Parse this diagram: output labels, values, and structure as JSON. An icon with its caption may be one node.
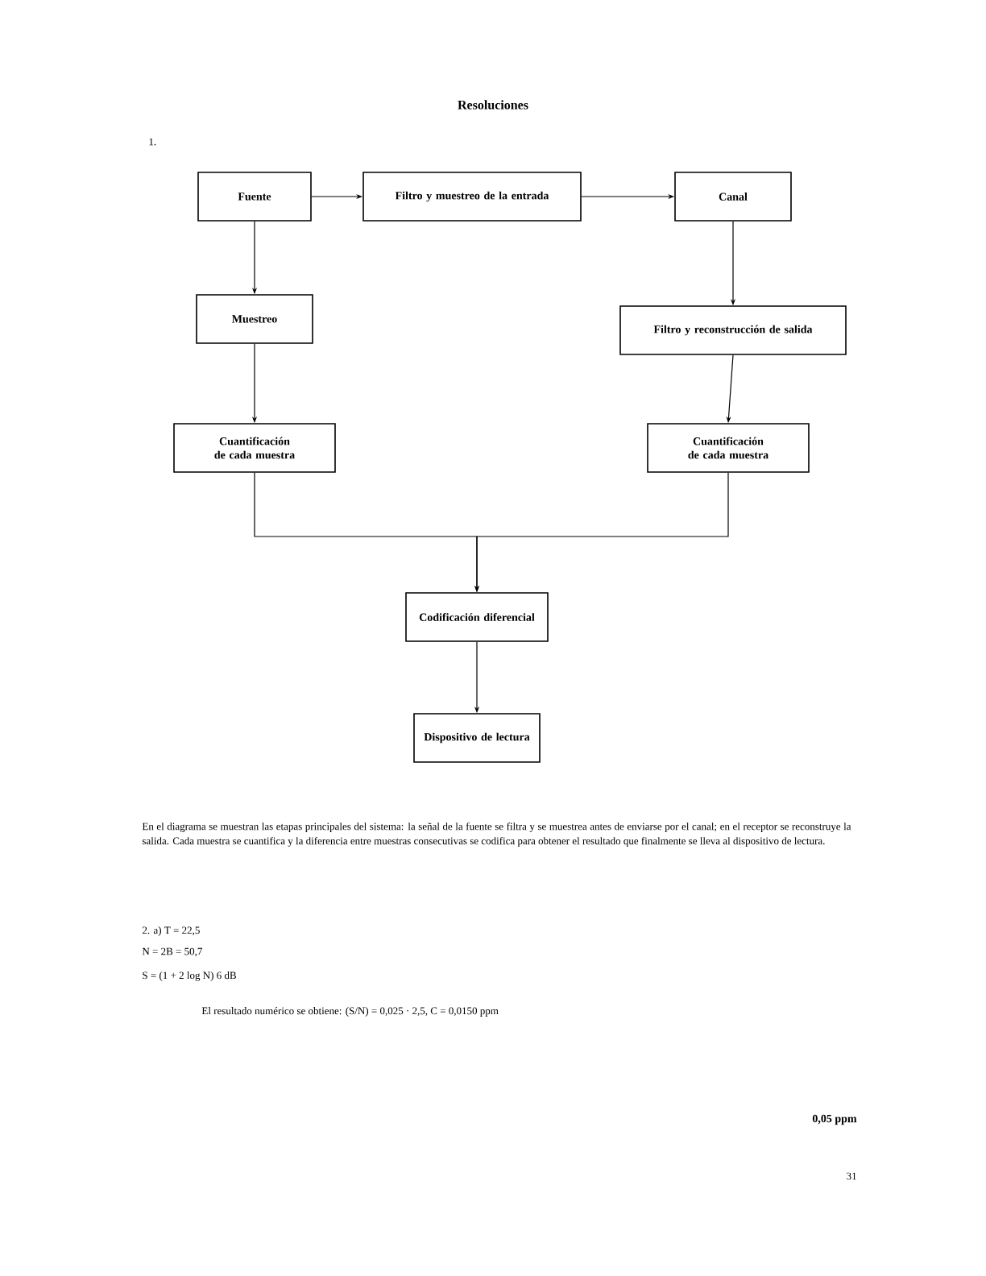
{
  "diagram": {
    "title": "Resoluciones",
    "nodes": [
      {
        "text": [
          "Fuente"
        ]
      },
      {
        "text": [
          "Filtro y muestreo de la entrada"
        ]
      },
      {
        "text": [
          "Canal"
        ]
      },
      {
        "text": [
          "Muestreo"
        ]
      },
      {
        "text": [
          "Filtro y reconstrucción de salida"
        ]
      },
      {
        "text": [
          "Cuantificación de cada muestra"
        ]
      },
      {
        "text": [
          "Cuantificación de cada muestra"
        ]
      },
      {
        "text": [
          "Codificación diferencial"
        ]
      },
      {
        "text": [
          "Dispositivo de lectura"
        ]
      }
    ],
    "edges": [
      {
        "from": 0,
        "to": 1,
        "arrow": "to"
      },
      {
        "from": 1,
        "to": 2,
        "arrow": "to"
      },
      {
        "from": 0,
        "to": 3,
        "arrow": "to"
      },
      {
        "from": 2,
        "to": 4,
        "arrow": "to"
      },
      {
        "from": 3,
        "to": 5,
        "arrow": "to"
      },
      {
        "from": 4,
        "to": 6,
        "arrow": "to"
      },
      {
        "from": 5,
        "to": 7,
        "arrow": "to"
      },
      {
        "from": 6,
        "to": 7,
        "arrow": "to"
      },
      {
        "from": 7,
        "to": 8,
        "arrow": "to"
      }
    ],
    "labels": [
      "1.",
      "En el diagrama se muestran las etapas principales del sistema: la señal de la fuente se filtra y se muestrea antes de enviarse por el canal; en el receptor se reconstruye la salida. Cada muestra se cuantifica y la diferencia entre muestras consecutivas se codifica para obtener el resultado que finalmente se lleva al dispositivo de lectura.",
      "2. a) T = 22,5",
      "N = 2B = 50,7",
      "S = (1 + 2 log N) 6 dB",
      "El resultado numérico se obtiene: (S/N) = 0,025 · 2,5, C = 0,0150 ppm",
      "0,05 ppm",
      "31"
    ]
  }
}
